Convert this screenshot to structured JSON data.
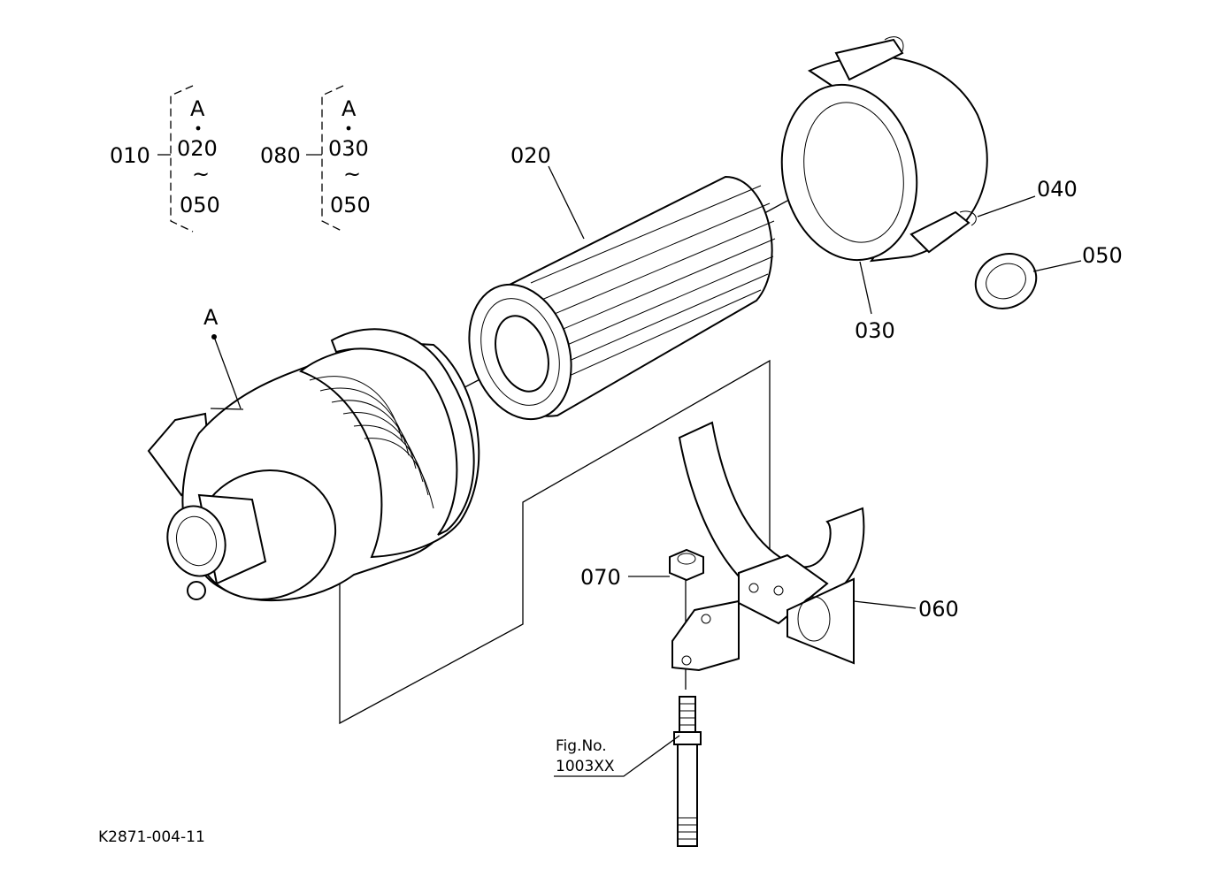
{
  "groups": [
    {
      "code": "010",
      "top": "A",
      "mid": "020",
      "tilde": "~",
      "bottom": "050"
    },
    {
      "code": "080",
      "top": "A",
      "mid": "030",
      "tilde": "~",
      "bottom": "050"
    }
  ],
  "callouts": {
    "p020": "020",
    "p030": "030",
    "p040": "040",
    "p050": "050",
    "p060": "060",
    "p070": "070",
    "pA": "A"
  },
  "reference": {
    "line1": "Fig.No.",
    "line2": "1003XX"
  },
  "drawing_id": "K2871-004-11"
}
